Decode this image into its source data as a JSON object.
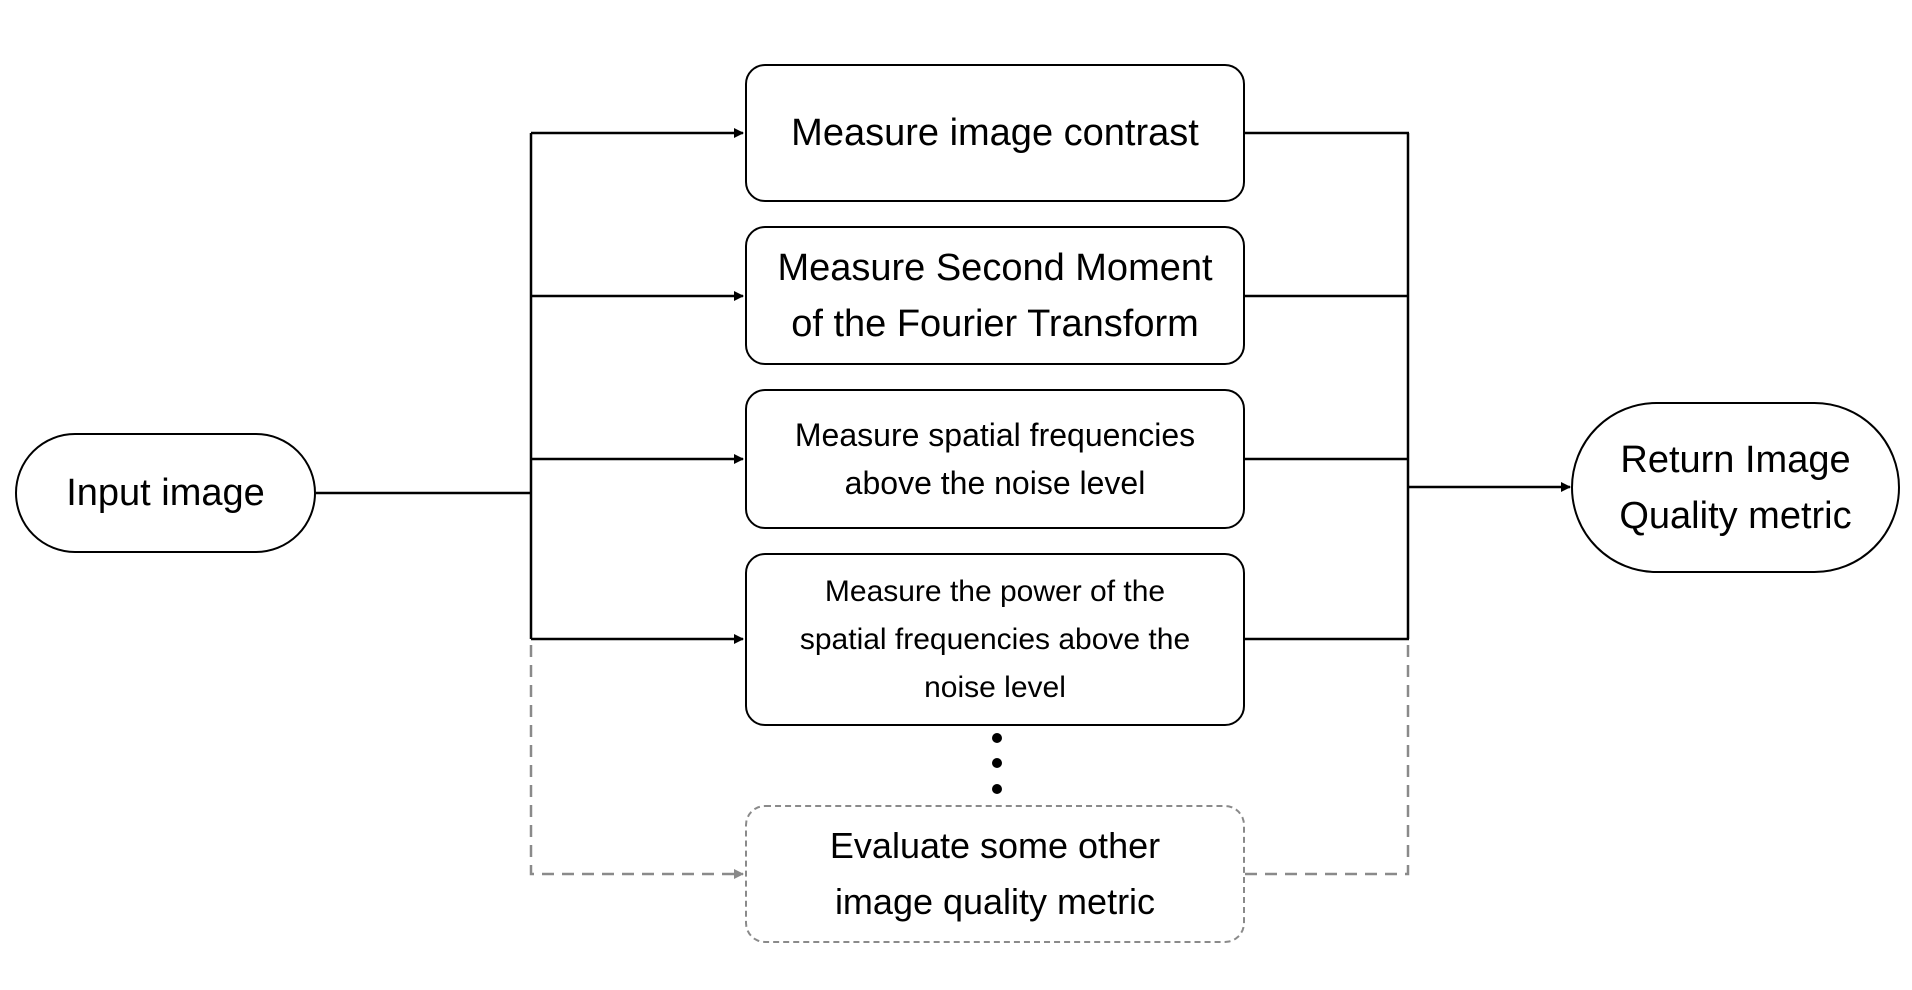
{
  "diagram": {
    "input": {
      "label": "Input image"
    },
    "measures": [
      {
        "lines": [
          "Measure image contrast"
        ]
      },
      {
        "lines": [
          "Measure Second Moment",
          "of the Fourier Transform"
        ]
      },
      {
        "lines": [
          "Measure spatial frequencies",
          "above the noise level"
        ]
      },
      {
        "lines": [
          "Measure the power of the",
          "spatial frequencies above the",
          "noise level"
        ]
      }
    ],
    "optional_measure": {
      "lines": [
        "Evaluate some other",
        "image quality metric"
      ]
    },
    "output": {
      "lines": [
        "Return Image",
        "Quality metric"
      ]
    },
    "colors": {
      "solid_stroke": "#000000",
      "dashed_stroke": "#8a8a8a",
      "background": "#ffffff"
    }
  }
}
